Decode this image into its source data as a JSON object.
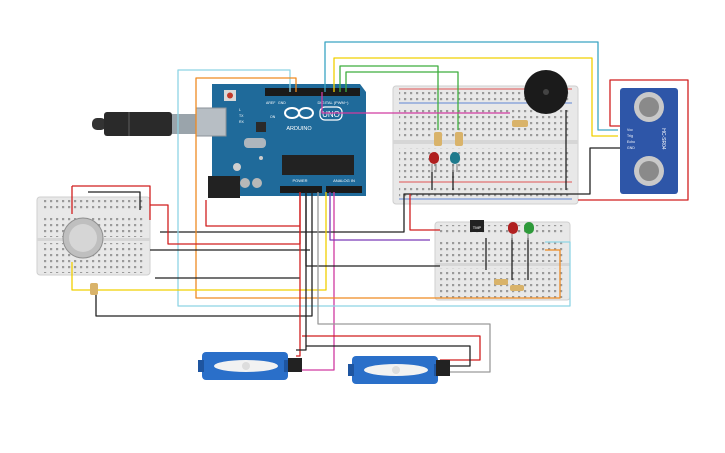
{
  "arduino": {
    "brand": "ARDUINO",
    "model": "UNO",
    "digital_label": "DIGITAL (PWM~)",
    "power_label": "POWER",
    "analog_label": "ANALOG IN",
    "aref_label": "AREF",
    "gnd_label": "GND",
    "tx_label": "TX",
    "rx_label": "RX",
    "on_label": "ON",
    "l_label": "L"
  },
  "ultrasonic": {
    "model": "HC-SR04",
    "pins": [
      "Vcc",
      "Trig",
      "Echo",
      "GND"
    ]
  },
  "temp_sensor": {
    "label": "TMP"
  },
  "colors": {
    "red": "#d11f1f",
    "black": "#222222",
    "green": "#3fae3f",
    "yellow": "#f0d000",
    "orange": "#ef8a22",
    "teal": "#3aa5c2",
    "lightblue": "#8ed4e4",
    "magenta": "#d03aa0",
    "purple": "#7a3ab8",
    "gray": "#9a9a9a",
    "board": "#1f6a9a",
    "servo": "#2a6fc9"
  }
}
